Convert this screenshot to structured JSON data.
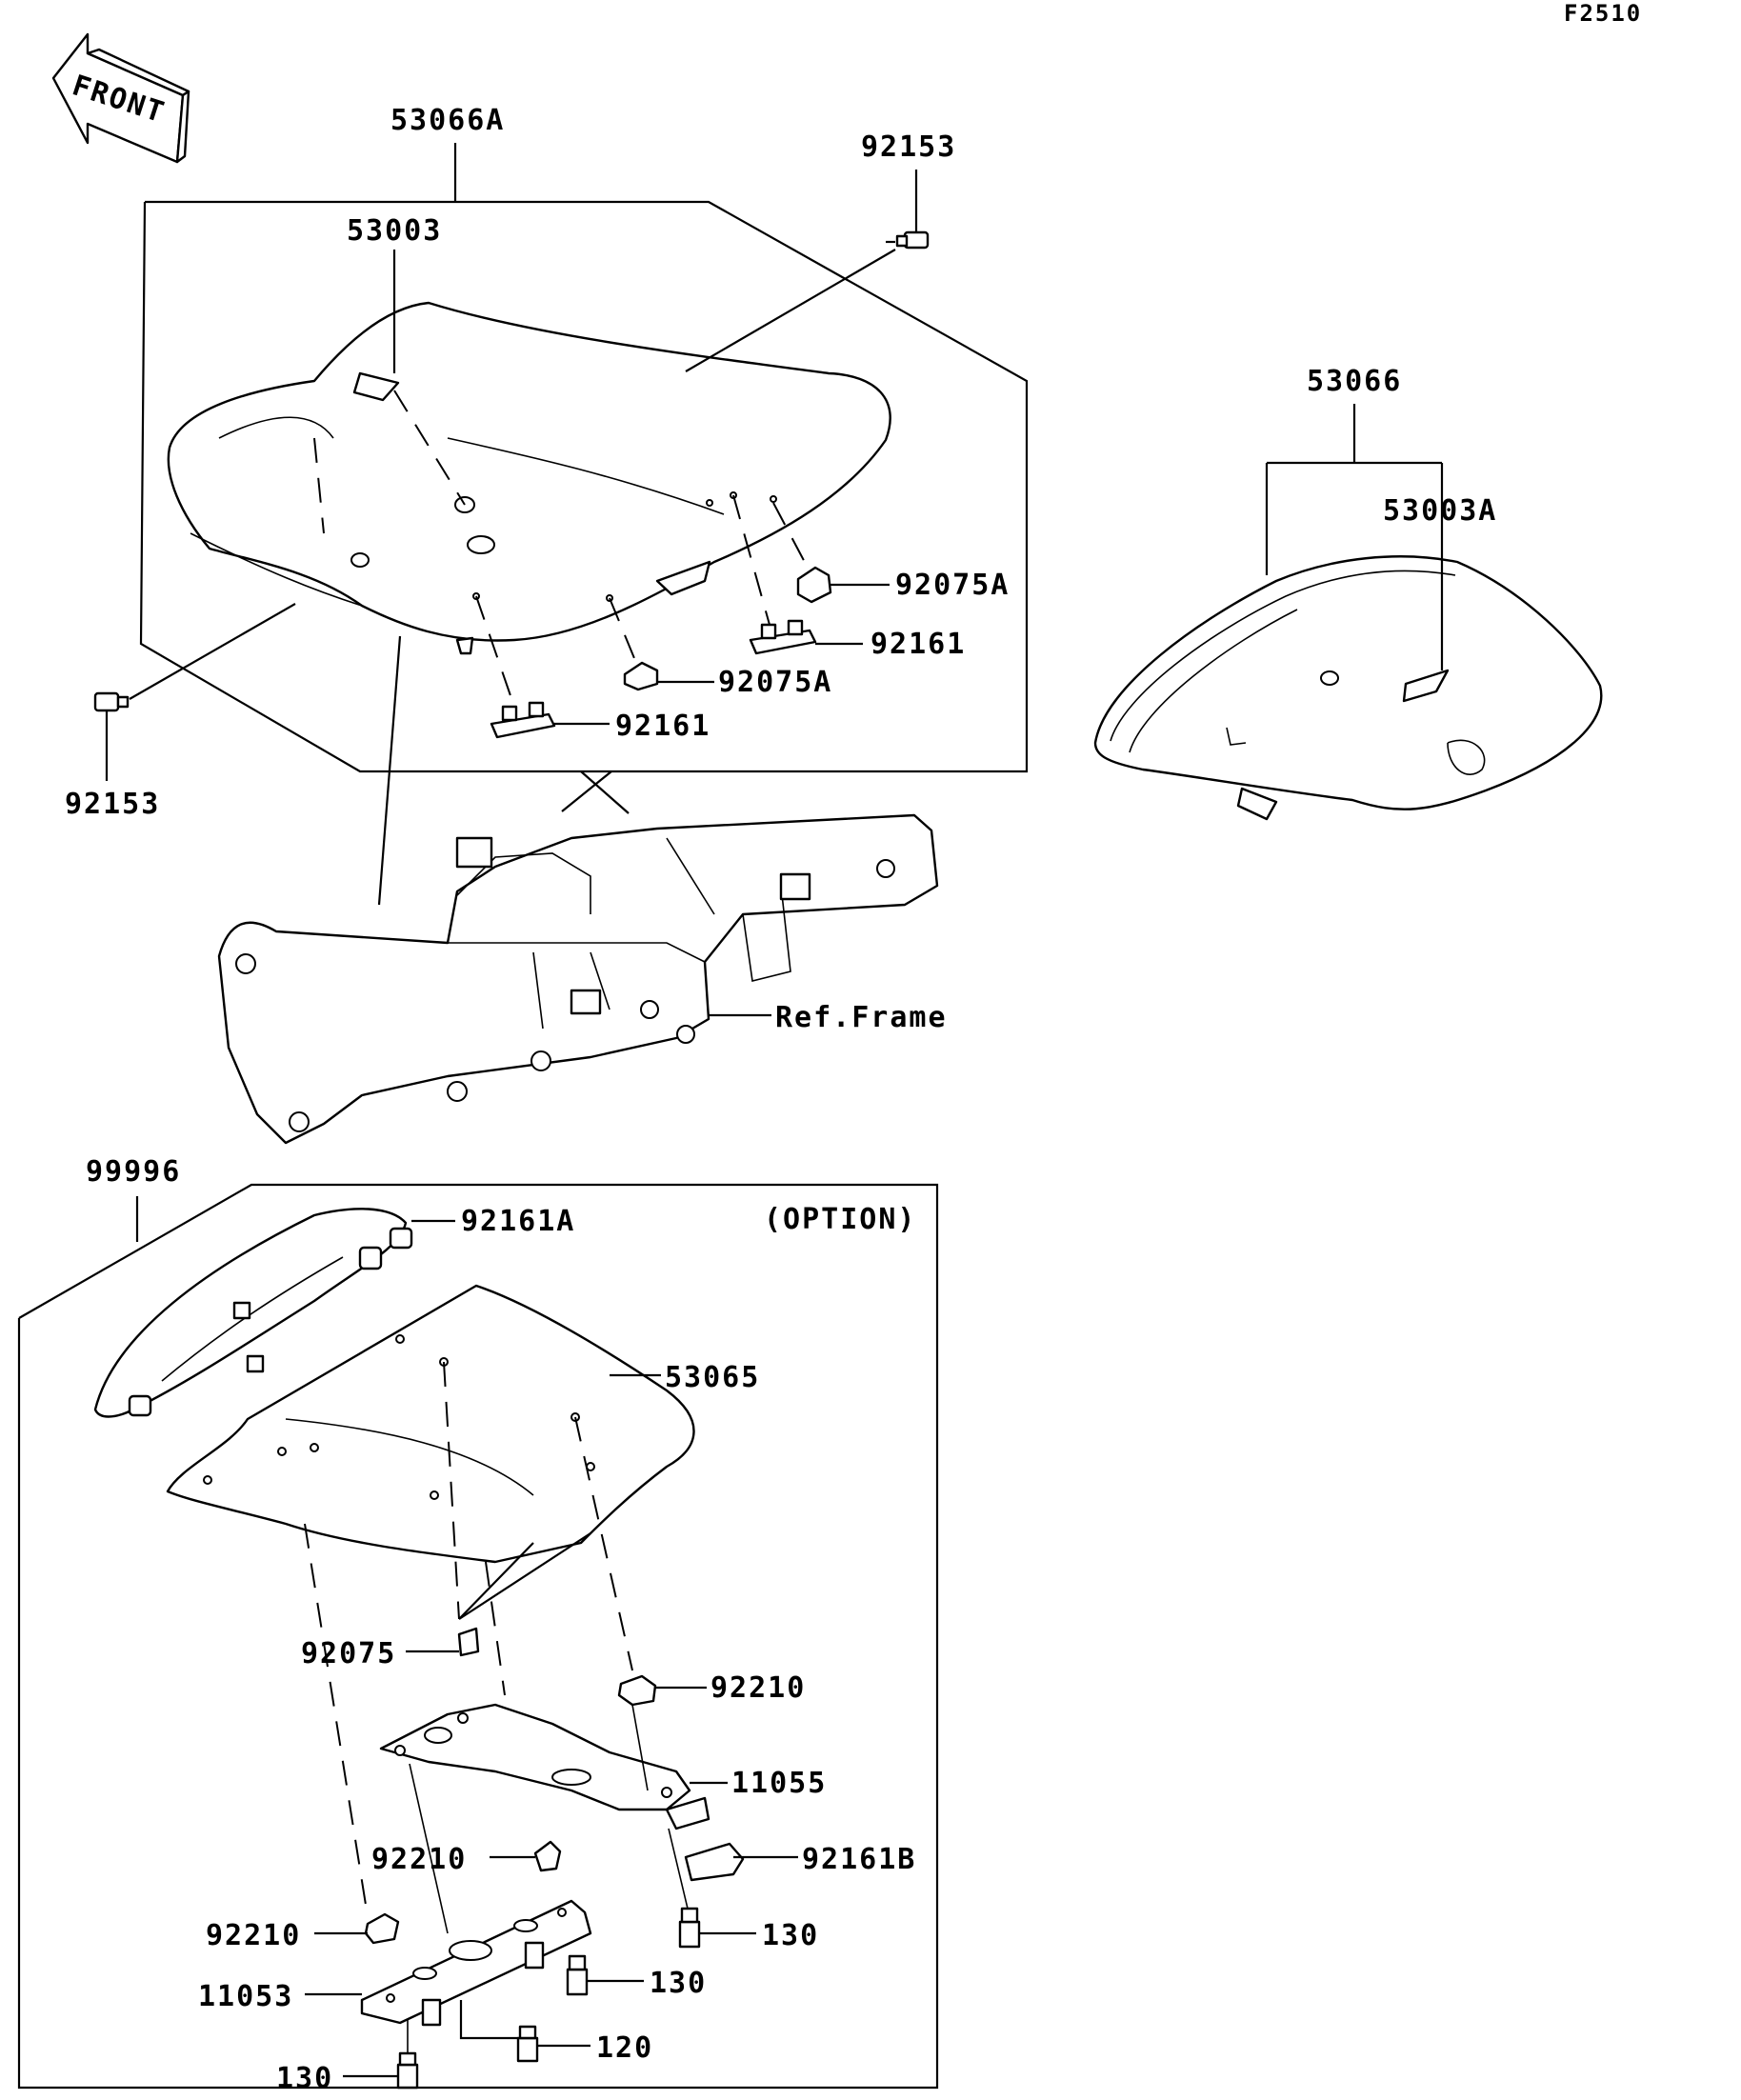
{
  "diagram_id": "F2510",
  "front_label": "FRONT",
  "option_label": "(OPTION)",
  "frame_label": "Ref.Frame",
  "parts": {
    "p53066A": "53066A",
    "p53003": "53003",
    "p92153_top": "92153",
    "p92153_left": "92153",
    "p92075A_upper": "92075A",
    "p92161_upper": "92161",
    "p92075A_lower": "92075A",
    "p92161_lower": "92161",
    "p53066": "53066",
    "p53003A": "53003A",
    "p99996": "99996",
    "p92161A": "92161A",
    "p53065": "53065",
    "p92075": "92075",
    "p92210_a": "92210",
    "p11055": "11055",
    "p92210_b": "92210",
    "p92161B": "92161B",
    "p92210_c": "92210",
    "p130_a": "130",
    "p11053": "11053",
    "p130_b": "130",
    "p120": "120",
    "p130_c": "130"
  }
}
